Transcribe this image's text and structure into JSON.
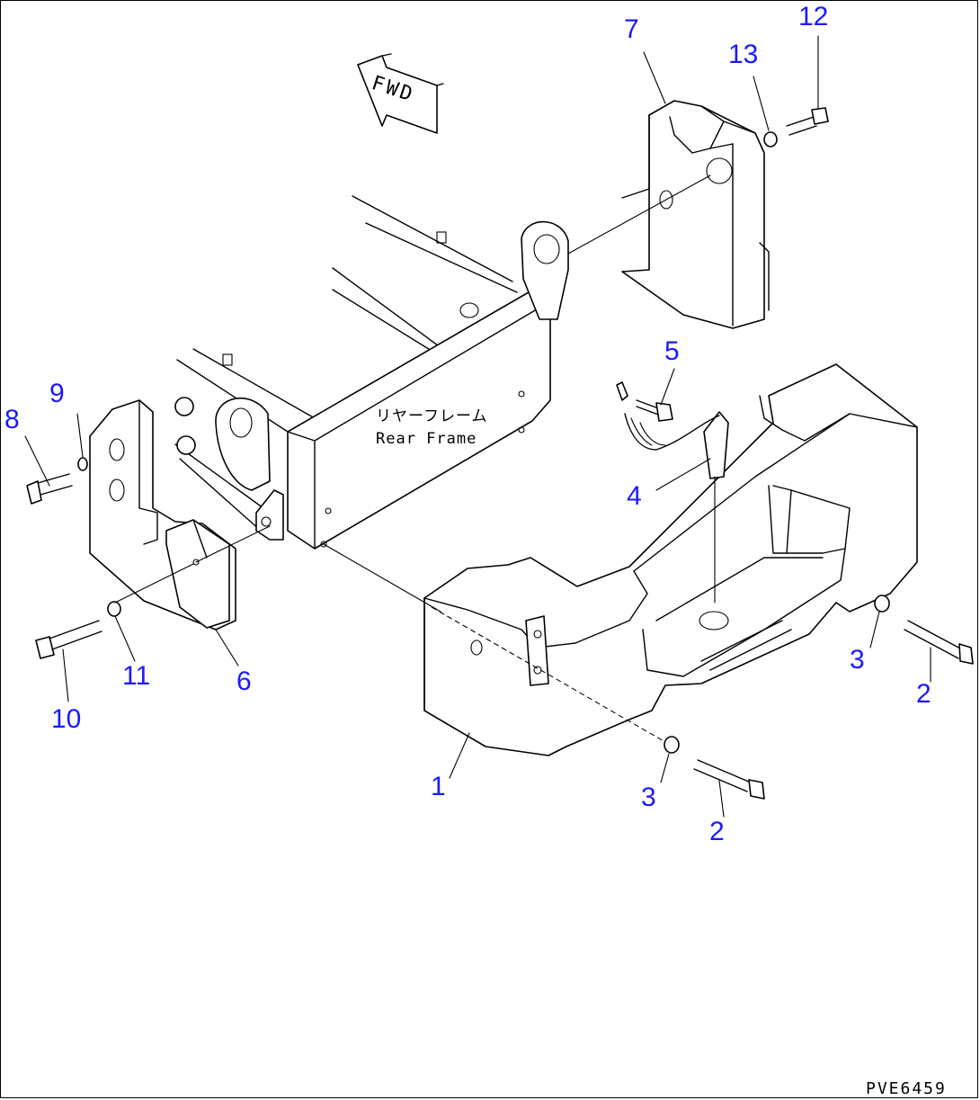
{
  "diagram": {
    "direction_label": "FWD",
    "frame_label_jp": "リヤーフレーム",
    "frame_label_en": "Rear Frame",
    "drawing_id": "PVE6459",
    "callouts": {
      "c1": "1",
      "c2a": "2",
      "c2b": "2",
      "c3a": "3",
      "c3b": "3",
      "c4": "4",
      "c5": "5",
      "c6": "6",
      "c7": "7",
      "c8": "8",
      "c9": "9",
      "c10": "10",
      "c11": "11",
      "c12": "12",
      "c13": "13"
    },
    "colors": {
      "callout": "#1a1aff",
      "line": "#000000",
      "background": "#ffffff"
    }
  }
}
